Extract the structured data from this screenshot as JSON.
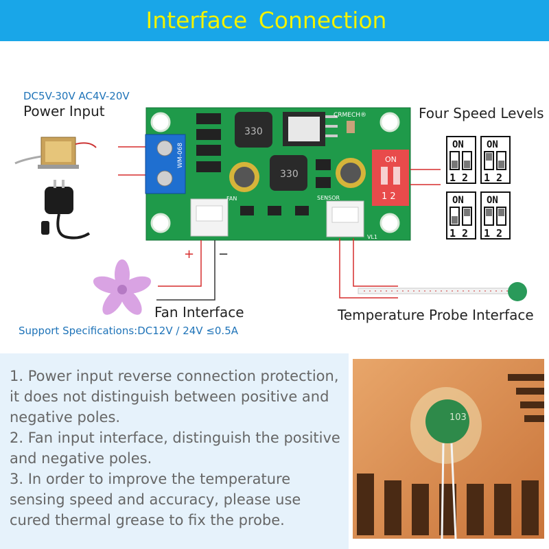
{
  "header": {
    "title": "Interface  Connection"
  },
  "power": {
    "spec": "DC5V-30V  AC4V-20V",
    "label": "Power Input"
  },
  "speed": {
    "label": "Four Speed Levels"
  },
  "fan": {
    "label": "Fan Interface",
    "plus": "+",
    "minus": "−",
    "spec": "Support Specifications:DC12V / 24V  ≤0.5A"
  },
  "probe": {
    "label": "Temperature Probe Interface"
  },
  "board": {
    "chip_label": "330",
    "chip_label2": "330",
    "brand": "CRMECH®",
    "model": "WM-068",
    "fan_mark": "FAN",
    "sensor_mark": "SENSOR",
    "v_mark": "VL1",
    "dip_on": "ON",
    "dip_12": "1 2"
  },
  "dip_switches": [
    {
      "on": "ON",
      "nums": "1 2"
    },
    {
      "on": "ON",
      "nums": "1 2"
    },
    {
      "on": "ON",
      "nums": "1 2"
    },
    {
      "on": "ON",
      "nums": "1 2"
    }
  ],
  "notes": [
    "1. Power input reverse connection protection, it does not distinguish between positive and negative poles.",
    "2. Fan input interface, distinguish the positive and negative poles.",
    "3. In order to improve the temperature sensing speed and accuracy, please use cured thermal grease to fix the probe."
  ],
  "photo": {
    "thermistor_code": "103"
  },
  "colors": {
    "banner": "#19a6e8",
    "title": "#f2f200",
    "pcb": "#1f9a4a",
    "wire": "#d62b2b",
    "spec_blue": "#1e73b8"
  }
}
